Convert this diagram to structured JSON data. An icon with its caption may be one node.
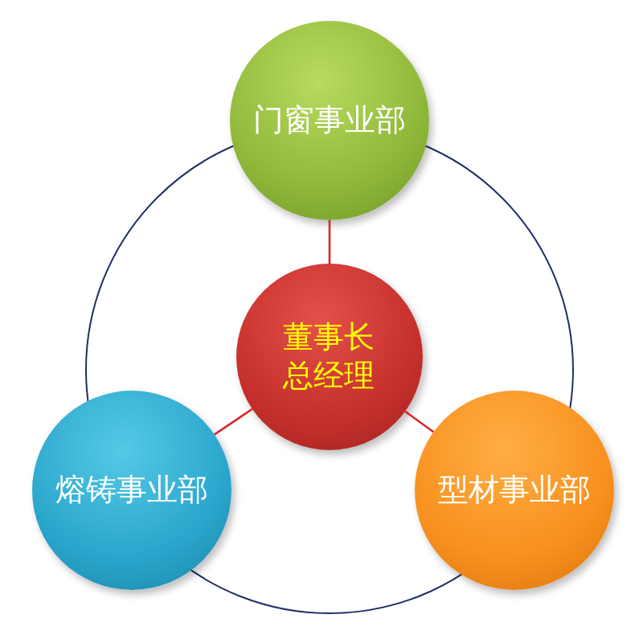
{
  "diagram": {
    "nodes": [
      {
        "text": [],
        "shape": "circle"
      },
      {
        "text": [
          "门窗事业部"
        ]
      },
      {
        "text": [
          "董事长总经理"
        ],
        "in": 0
      },
      {
        "text": [
          "熔铸事业部"
        ]
      },
      {
        "text": [
          "型材事业部"
        ]
      }
    ],
    "edges": [
      {
        "from": 2,
        "to": 1,
        "arrow": "none"
      },
      {
        "from": 2,
        "to": 3,
        "arrow": "none"
      },
      {
        "from": 2,
        "to": 4,
        "arrow": "none"
      }
    ]
  }
}
